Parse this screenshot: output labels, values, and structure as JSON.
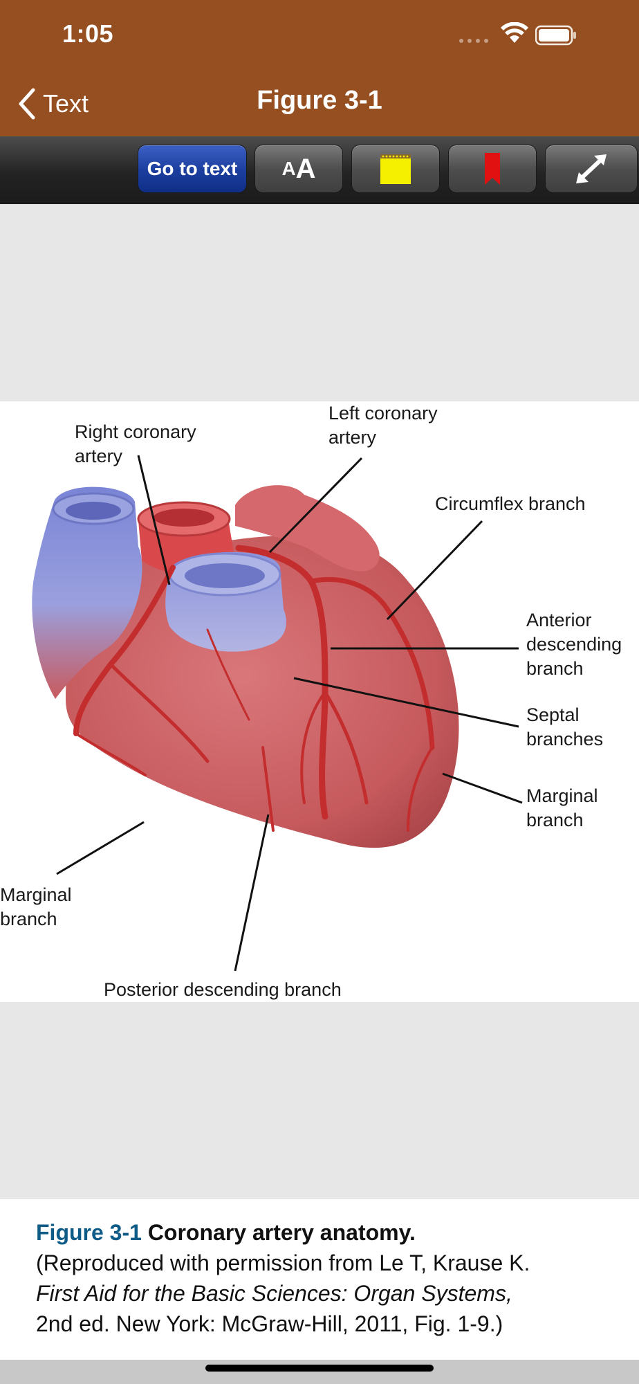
{
  "status_bar": {
    "time": "1:05"
  },
  "nav": {
    "back_label": "Text",
    "title": "Figure 3-1"
  },
  "toolbar": {
    "goto_label": "Go to text",
    "font_small": "A",
    "font_large": "A",
    "note_icon": "note-icon",
    "bookmark_icon": "bookmark-icon",
    "expand_icon": "expand-icon"
  },
  "figure": {
    "labels": {
      "right_coronary": "Right coronary\nartery",
      "left_coronary": "Left coronary\nartery",
      "circumflex": "Circumflex branch",
      "anterior": "Anterior\ndescending\nbranch",
      "septal": "Septal\nbranches",
      "marginal_right": "Marginal\nbranch",
      "marginal_left": "Marginal\nbranch",
      "posterior": "Posterior descending branch"
    }
  },
  "caption": {
    "label": "Figure 3-1",
    "title": "Coronary artery anatomy.",
    "line2": "(Reproduced with permission from Le T, Krause K.",
    "book": "First Aid for the Basic Sciences: Organ Systems,",
    "line4": "2nd ed. New York: McGraw-Hill, 2011, Fig. 1-9.)"
  },
  "colors": {
    "nav_bg": "#954f21",
    "caption_label": "#0d5b86",
    "goto_button": "#1b3e9e"
  }
}
